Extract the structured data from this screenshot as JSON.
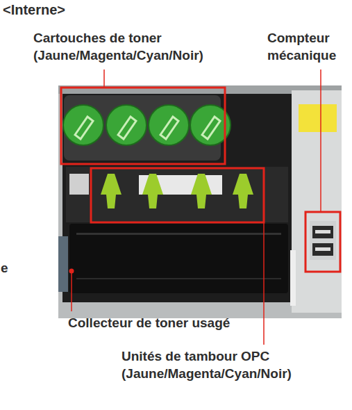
{
  "diagram": {
    "title": "<Interne>",
    "labels": [
      "Cartouches de toner (Jaune/Magenta/Cyan/Noir)",
      "Compteur mécanique",
      "e",
      "Collecteur de toner usagé",
      "Unités de tambour OPC (Jaune/Magenta/Cyan/Noir)"
    ]
  }
}
